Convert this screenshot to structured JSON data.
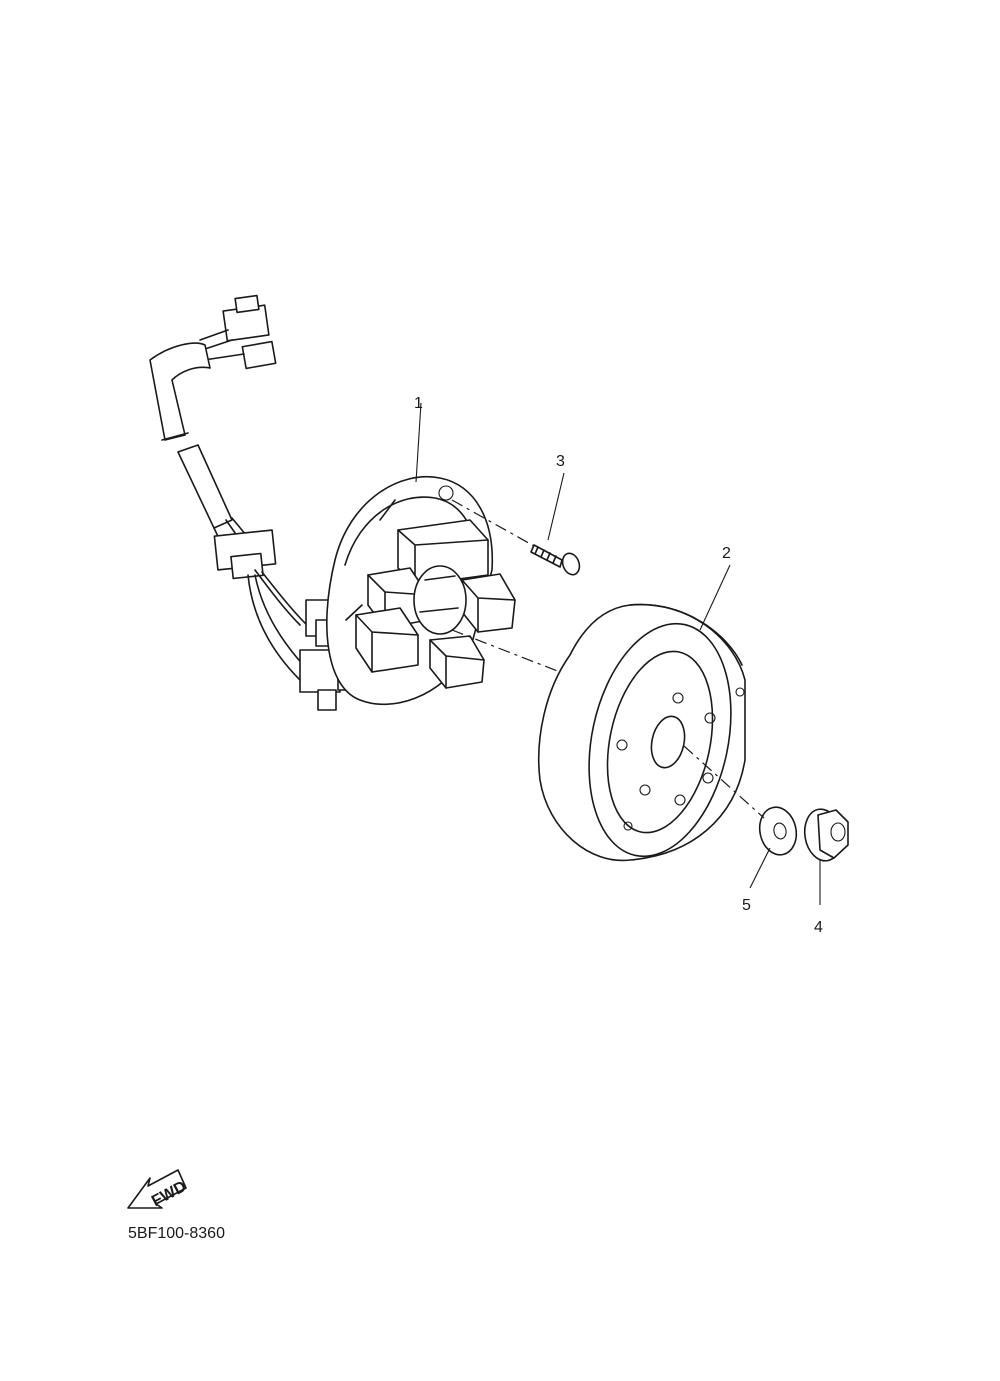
{
  "callouts": [
    {
      "id": "1",
      "label": "1"
    },
    {
      "id": "2",
      "label": "2"
    },
    {
      "id": "3",
      "label": "3"
    },
    {
      "id": "4",
      "label": "4"
    },
    {
      "id": "5",
      "label": "5"
    }
  ],
  "fwd_arrow": {
    "label": "FWD"
  },
  "diagram_code": "5BF100-8360"
}
